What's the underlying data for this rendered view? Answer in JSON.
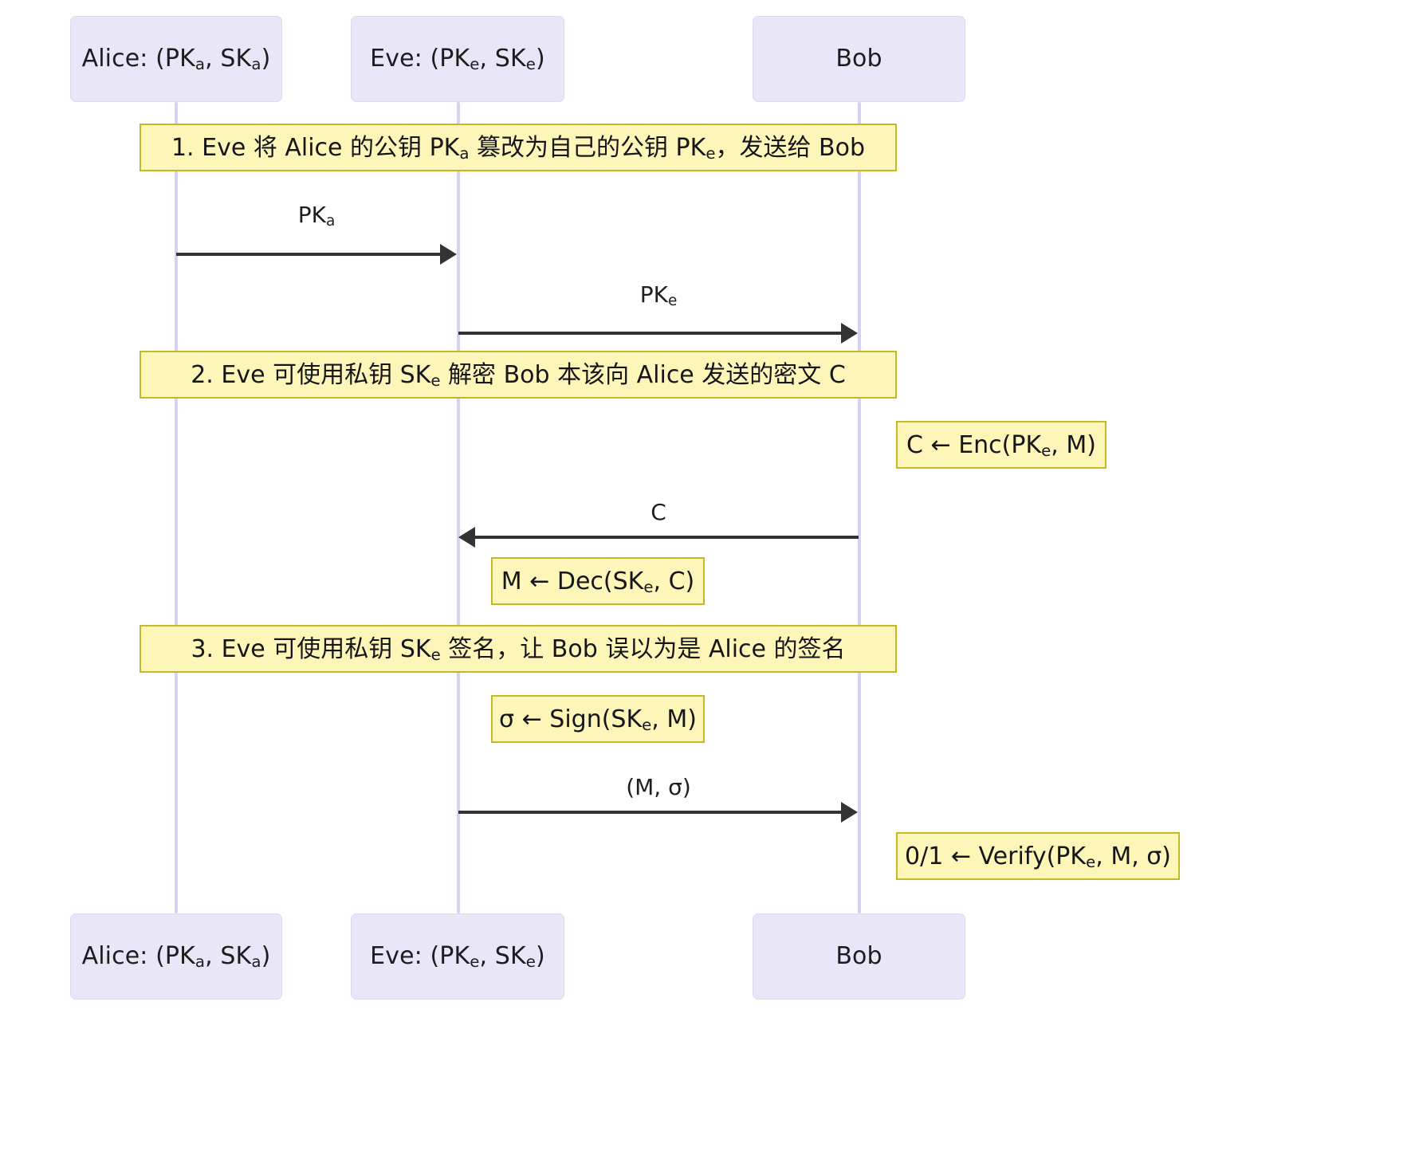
{
  "diagram": {
    "type": "sequence-diagram",
    "title": "",
    "colors": {
      "actor_fill": "#e8e6f7",
      "actor_stroke": "#ddd9f0",
      "note_fill": "#fdf6b8",
      "note_stroke": "#c4b824",
      "lifeline": "#d6d2f2",
      "arrow": "#333333",
      "background": "#ffffff",
      "text": "#1f1f20"
    }
  },
  "actors": [
    {
      "id": "alice",
      "name": "Alice",
      "keys": "(PKa, SKa)",
      "label_prefix": "Alice: (PK",
      "sub1": "a",
      "mid": ", SK",
      "sub2": "a",
      "suffix": ")"
    },
    {
      "id": "eve",
      "name": "Eve",
      "keys": "(PKe, SKe)",
      "label_prefix": "Eve: (PK",
      "sub1": "e",
      "mid": ", SK",
      "sub2": "e",
      "suffix": ")"
    },
    {
      "id": "bob",
      "name": "Bob",
      "keys": "",
      "label_prefix": "Bob",
      "sub1": "",
      "mid": "",
      "sub2": "",
      "suffix": ""
    }
  ],
  "notes": [
    {
      "id": "note1",
      "span": "alice-to-bob",
      "text_parts": [
        "1. Eve 将 Alice 的公钥 PK",
        "a",
        " 篡改为自己的公钥 PK",
        "e",
        "，发送给 Bob"
      ],
      "plain": "1. Eve 将 Alice 的公钥 PKa 篡改为自己的公钥 PKe，发送给 Bob"
    },
    {
      "id": "note2",
      "span": "alice-to-bob",
      "text_parts": [
        "2. Eve 可使用私钥 SK",
        "e",
        " 解密 Bob 本该向 Alice 发送的密文 C"
      ],
      "plain": "2. Eve 可使用私钥 SKe 解密 Bob 本该向 Alice 发送的密文 C"
    },
    {
      "id": "note3",
      "span": "alice-to-bob",
      "text_parts": [
        "3. Eve 可使用私钥 SK",
        "e",
        " 签名，让 Bob 误以为是 Alice 的签名"
      ],
      "plain": "3. Eve 可使用私钥 SKe 签名，让 Bob 误以为是 Alice 的签名"
    },
    {
      "id": "note-enc",
      "span": "right-of-bob",
      "text_parts": [
        "C ← Enc(PK",
        "e",
        ", M)"
      ],
      "plain": "C ← Enc(PKe, M)"
    },
    {
      "id": "note-dec",
      "span": "right-of-eve",
      "text_parts": [
        "M ← Dec(SK",
        "e",
        ", C)"
      ],
      "plain": "M ← Dec(SKe, C)"
    },
    {
      "id": "note-sign",
      "span": "right-of-eve",
      "text_parts": [
        "σ ← Sign(SK",
        "e",
        ", M)"
      ],
      "plain": "σ ← Sign(SKe, M)"
    },
    {
      "id": "note-verify",
      "span": "right-of-bob",
      "text_parts": [
        "0/1 ← Verify(PK",
        "e",
        ", M, σ)"
      ],
      "plain": "0/1 ← Verify(PKe, M, σ)"
    }
  ],
  "messages": [
    {
      "id": "m1",
      "from": "alice",
      "to": "eve",
      "direction": "right",
      "label_parts": [
        "PK",
        "a"
      ],
      "plain": "PKa"
    },
    {
      "id": "m2",
      "from": "eve",
      "to": "bob",
      "direction": "right",
      "label_parts": [
        "PK",
        "e"
      ],
      "plain": "PKe"
    },
    {
      "id": "m3",
      "from": "bob",
      "to": "eve",
      "direction": "left",
      "label_parts": [
        "C",
        ""
      ],
      "plain": "C"
    },
    {
      "id": "m4",
      "from": "eve",
      "to": "bob",
      "direction": "right",
      "label_parts": [
        "(M, σ)",
        ""
      ],
      "plain": "(M, σ)"
    }
  ]
}
